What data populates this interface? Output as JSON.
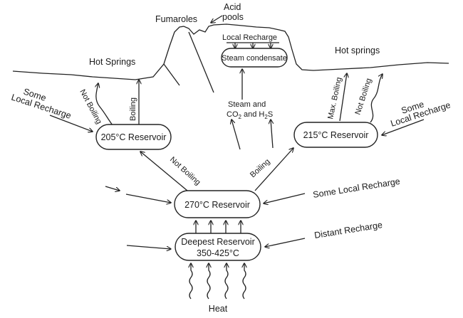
{
  "labels": {
    "acid_pools": [
      "Acid",
      "pools"
    ],
    "fumaroles": "Fumaroles",
    "local_recharge_top": "Local Recharge",
    "steam_condensate": "Steam condensate",
    "hot_springs_left": "Hot Springs",
    "hot_springs_right": "Hot springs",
    "some_local_recharge_left": [
      "Some",
      "Local Recharge"
    ],
    "some_local_recharge_right": [
      "Some",
      "Local Recharge"
    ],
    "not_boiling_left": "Not Boiling",
    "boiling_left": "Boiling",
    "max_boiling": "Max. Boiling",
    "not_boiling_right": "Not Boiling",
    "steam_gas_line1": "Steam and",
    "steam_gas_line2": {
      "pre": "CO",
      "sub1": "2",
      "mid": " and H",
      "sub2": "2",
      "post": "S"
    },
    "not_boiling_center": "Not Boiling",
    "boiling_center": "Boiling",
    "some_local_recharge_mid": "Some Local Recharge",
    "distant_recharge": "Distant Recharge",
    "heat": "Heat"
  },
  "reservoirs": {
    "r205": "205°C Reservoir",
    "r215": "215°C Reservoir",
    "r270": "270°C Reservoir",
    "deepest_line1": "Deepest Reservoir",
    "deepest_line2": "350-425°C"
  }
}
